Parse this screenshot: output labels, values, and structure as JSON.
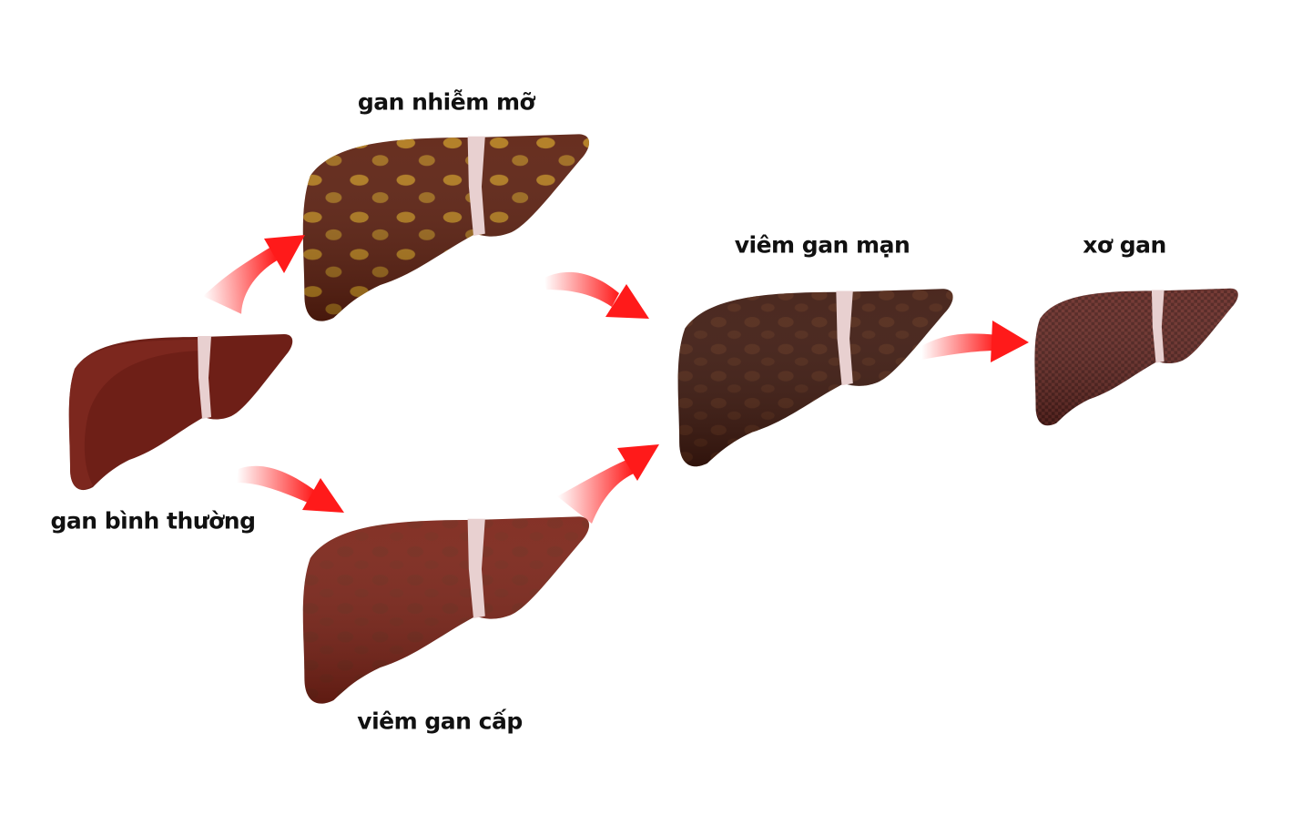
{
  "stages": [
    {
      "id": "normal",
      "label": "gan bình thường",
      "color": "#6e1f17"
    },
    {
      "id": "fatty",
      "label": "gan nhiễm mỡ",
      "color": "#5a1c0c"
    },
    {
      "id": "acute",
      "label": "viêm gan cấp",
      "color": "#7a2014"
    },
    {
      "id": "chronic",
      "label": "viêm gan mạn",
      "color": "#3c160c"
    },
    {
      "id": "cirrhosis",
      "label": "xơ gan",
      "color": "#4a1a16"
    }
  ],
  "arrow_color": "#ff1a1a",
  "transitions": [
    {
      "from": "gan bình thường",
      "to": "gan nhiễm mỡ"
    },
    {
      "from": "gan bình thường",
      "to": "viêm gan cấp"
    },
    {
      "from": "gan nhiễm mỡ",
      "to": "viêm gan mạn"
    },
    {
      "from": "viêm gan cấp",
      "to": "viêm gan mạn"
    },
    {
      "from": "viêm gan mạn",
      "to": "xơ gan"
    }
  ]
}
